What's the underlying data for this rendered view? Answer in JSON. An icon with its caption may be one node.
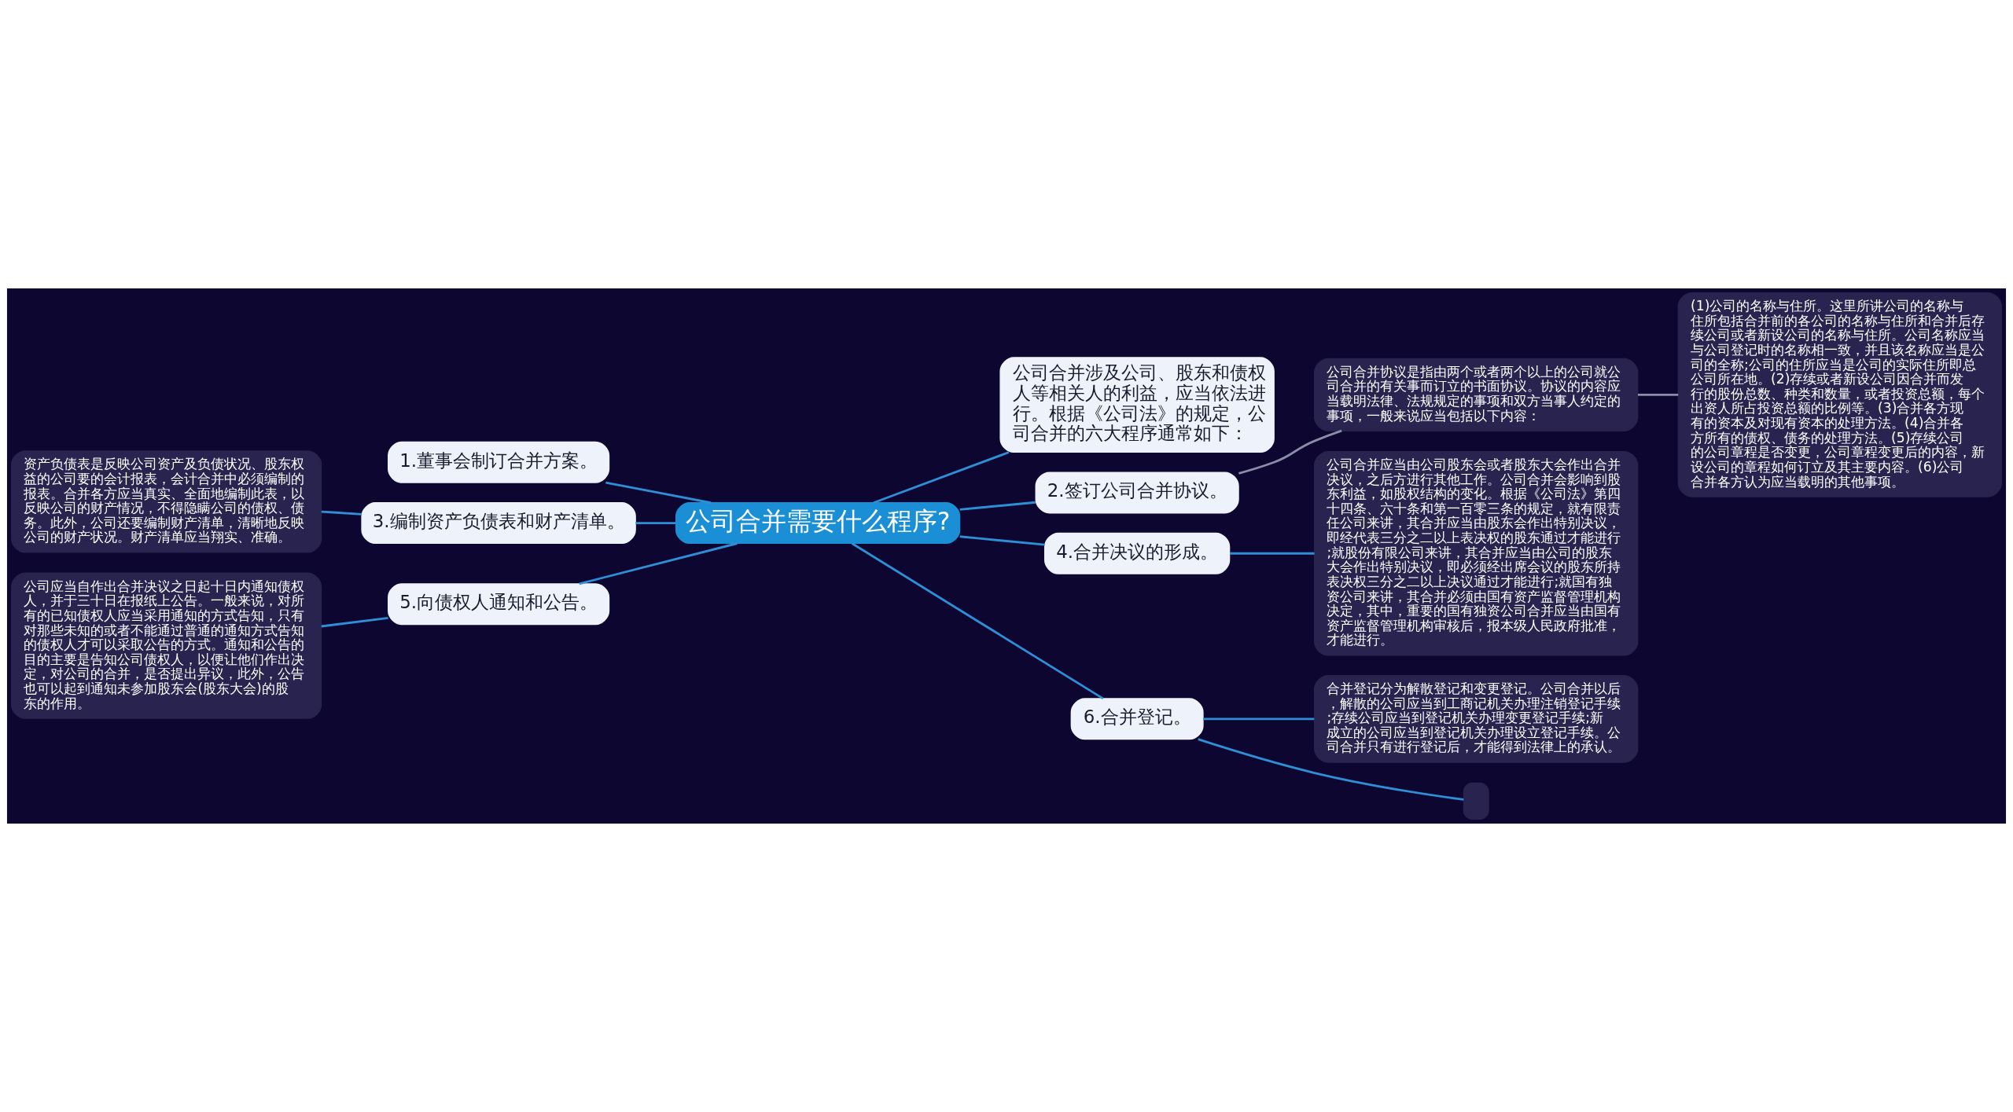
{
  "diagram": {
    "nodes": [
      {
        "text": [
          "公司合并需要什么程序?"
        ]
      },
      {
        "text": [
          "公司合并涉及公司、股东和债权人等相关人的利益，应当依法进行。根据《公司法》的规定，公司合并的六大程序通常如下："
        ]
      },
      {
        "text": [
          "2.签订公司合并协议。"
        ]
      },
      {
        "text": [
          "公司合并协议是指由两个或者两个以上的公司就公司合并的有关事而订立的书面协议。协议的内容应当载明法律、法规规定的事项和双方当事人约定的事项，一般来说应当包括以下内容："
        ]
      },
      {
        "text": [
          "(1)公司的名称与住所。这里所讲公司的名称与住所包括合并前的各公司的名称与住所和合并后存续公司或者新设公司的名称与住所。公司名称应当与公司登记时的名称相一致，并且该名称应当是公司的全称;公司的住所应当是公司的实际住所即总公司所在地。(2)存续或者新设公司因合并而发行的股份总数、种类和数量，或者投资总额，每个出资人所占投资总额的比例等。(3)合并各方现有的资本及对现有资本的处理方法。(4)合并各方所有的债权、债务的处理方法。(5)存续公司的公司章程是否变更，公司章程变更后的内容，新设公司的章程如何订立及其主要内容。(6)公司合并各方认为应当载明的其他事项。"
        ]
      },
      {
        "text": [
          "4.合并决议的形成。"
        ]
      },
      {
        "text": [
          "公司合并应当由公司股东会或者股东大会作出合并决议，之后方进行其他工作。公司合并会影响到股东利益，如股权结构的变化。根据《公司法》第四十四条、六十条和第一百零三条的规定，就有限责任公司来讲，其合并应当由股东会作出特别决议，即经代表三分之二以上表决权的股东通过才能进行;就股份有限公司来讲，其合并应当由公司的股东大会作出特别决议，即必须经出席会议的股东所持表决权三分之二以上决议通过才能进行;就国有独资公司来讲，其合并必须由国有资产监督管理机构决定，其中，重要的国有独资公司合并应当由国有资产监督管理机构审核后，报本级人民政府批准，才能进行。"
        ]
      },
      {
        "text": [
          "6.合并登记。"
        ]
      },
      {
        "text": [
          "合并登记分为解散登记和变更登记。公司合并以后，解散的公司应当到工商记机关办理注销登记手续;存续公司应当到登记机关办理变更登记手续;新成立的公司应当到登记机关办理设立登记手续。公司合并只有进行登记后，才能得到法律上的承认。"
        ]
      },
      {
        "text": [],
        "shape": "box"
      },
      {
        "text": [
          "1.董事会制订合并方案。"
        ]
      },
      {
        "text": [
          "3.编制资产负债表和财产清单。"
        ]
      },
      {
        "text": [
          "资产负债表是反映公司资产及负债状况、股东权益的公司要的会计报表，会计合并中必须编制的报表。合并各方应当真实、全面地编制此表，以反映公司的财产情况，不得隐瞒公司的债权、债务。此外，公司还要编制财产清单，清晰地反映公司的财产状况。财产清单应当翔实、准确。"
        ]
      },
      {
        "text": [
          "5.向债权人通知和公告。"
        ]
      },
      {
        "text": [
          "公司应当自作出合并决议之日起十日内通知债权人，并于三十日在报纸上公告。一般来说，对所有的已知债权人应当采用通知的方式告知，只有对那些未知的或者不能通过普通的通知方式告知的债权人才可以采取公告的方式。通知和公告的目的主要是告知公司债权人，以便让他们作出决定，对公司的合并，是否提出异议，此外，公告也可以起到通知未参加股东会(股东大会)的股东的作用。"
        ]
      }
    ],
    "edges": [
      {
        "from": 0,
        "to": 1,
        "arrow": "none"
      },
      {
        "from": 0,
        "to": 2,
        "arrow": "none"
      },
      {
        "from": 2,
        "to": 3,
        "arrow": "none",
        "color": "#8a8ca8"
      },
      {
        "from": 3,
        "to": 4,
        "arrow": "none",
        "color": "#8a8ca8"
      },
      {
        "from": 0,
        "to": 5,
        "arrow": "none"
      },
      {
        "from": 5,
        "to": 6,
        "arrow": "none"
      },
      {
        "from": 0,
        "to": 7,
        "arrow": "none"
      },
      {
        "from": 7,
        "to": 8,
        "arrow": "none"
      },
      {
        "from": 7,
        "to": 9,
        "arrow": "none"
      },
      {
        "from": 0,
        "to": 10,
        "arrow": "none"
      },
      {
        "from": 0,
        "to": 11,
        "arrow": "none"
      },
      {
        "from": 11,
        "to": 12,
        "arrow": "none"
      },
      {
        "from": 0,
        "to": 13,
        "arrow": "none"
      },
      {
        "from": 13,
        "to": 14,
        "arrow": "none"
      }
    ]
  }
}
